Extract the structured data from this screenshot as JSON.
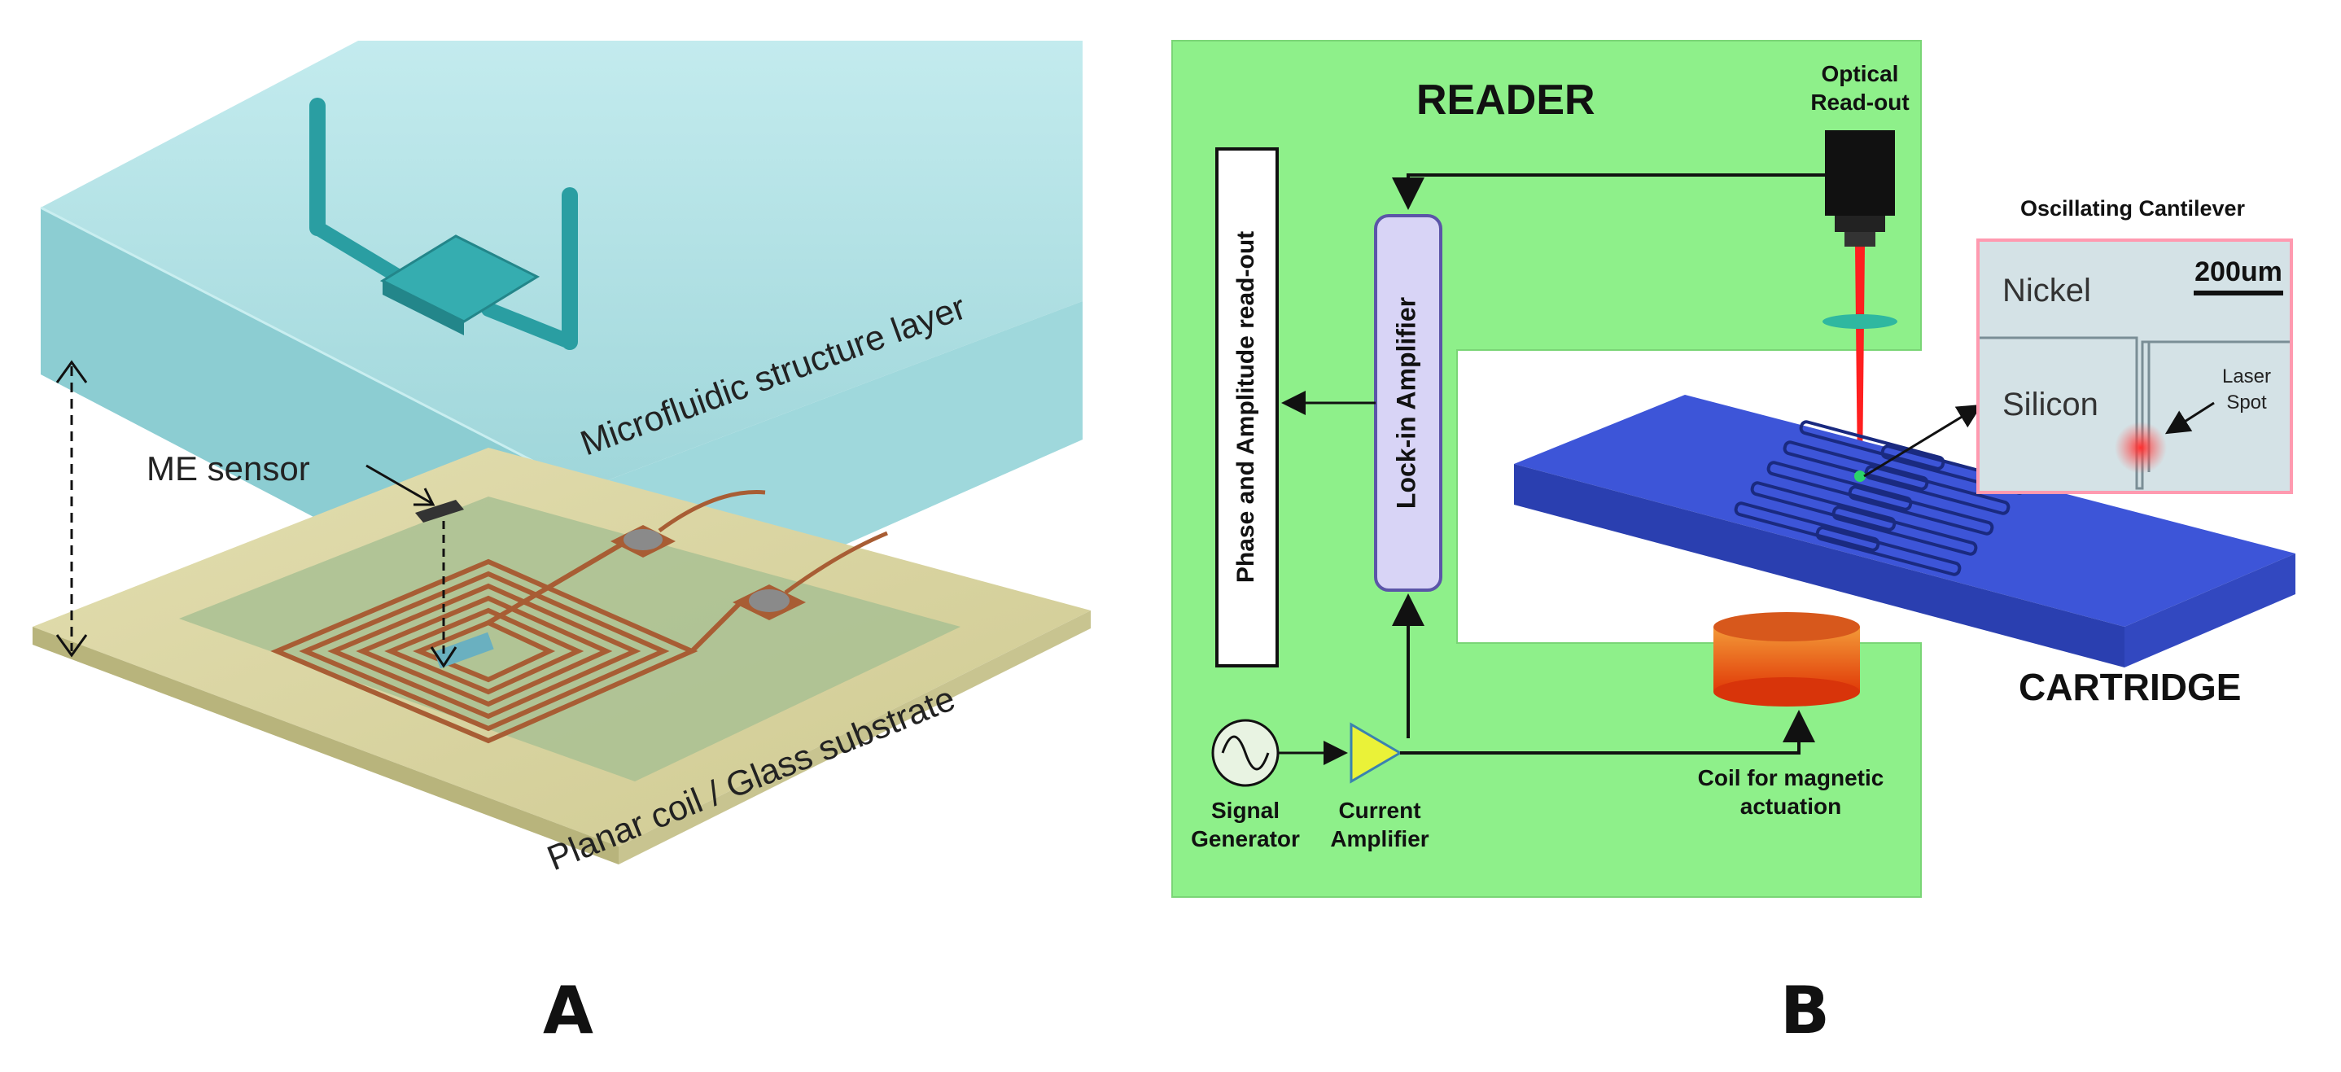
{
  "panel_a": {
    "letter": "A",
    "label_top_layer": "Microfluidic structure layer",
    "label_sensor": "ME sensor",
    "label_bottom_layer": "Planar coil / Glass substrate"
  },
  "panel_b": {
    "letter": "B",
    "reader_label": "READER",
    "optical_line1": "Optical",
    "optical_line2": "Read-out",
    "phase_amplitude": "Phase and Amplitude read-out",
    "lockin": "Lock-in Amplifier",
    "inset_title": "Oscillating Cantilever",
    "inset_nickel": "Nickel",
    "inset_scale": "200um",
    "inset_silicon": "Silicon",
    "inset_laser_line1": "Laser",
    "inset_laser_line2": "Spot",
    "cartridge": "CARTRIDGE",
    "signal_line1": "Signal",
    "signal_line2": "Generator",
    "current_line1": "Current",
    "current_line2": "Amplifier",
    "coil_line1": "Coil for magnetic",
    "coil_line2": "actuation"
  },
  "colors": {
    "reader_green": "#8ef08a",
    "layer_cyan": "#a9dde0",
    "channel_teal": "#2fa5a8",
    "substrate_tan": "#dcd7a4",
    "coil_copper": "#b2683c",
    "cartridge_blue": "#3d55d8",
    "lockin_lavender": "#d8d4f6",
    "laser_red": "#ff2020",
    "actuator_orange": "#f06a10"
  }
}
